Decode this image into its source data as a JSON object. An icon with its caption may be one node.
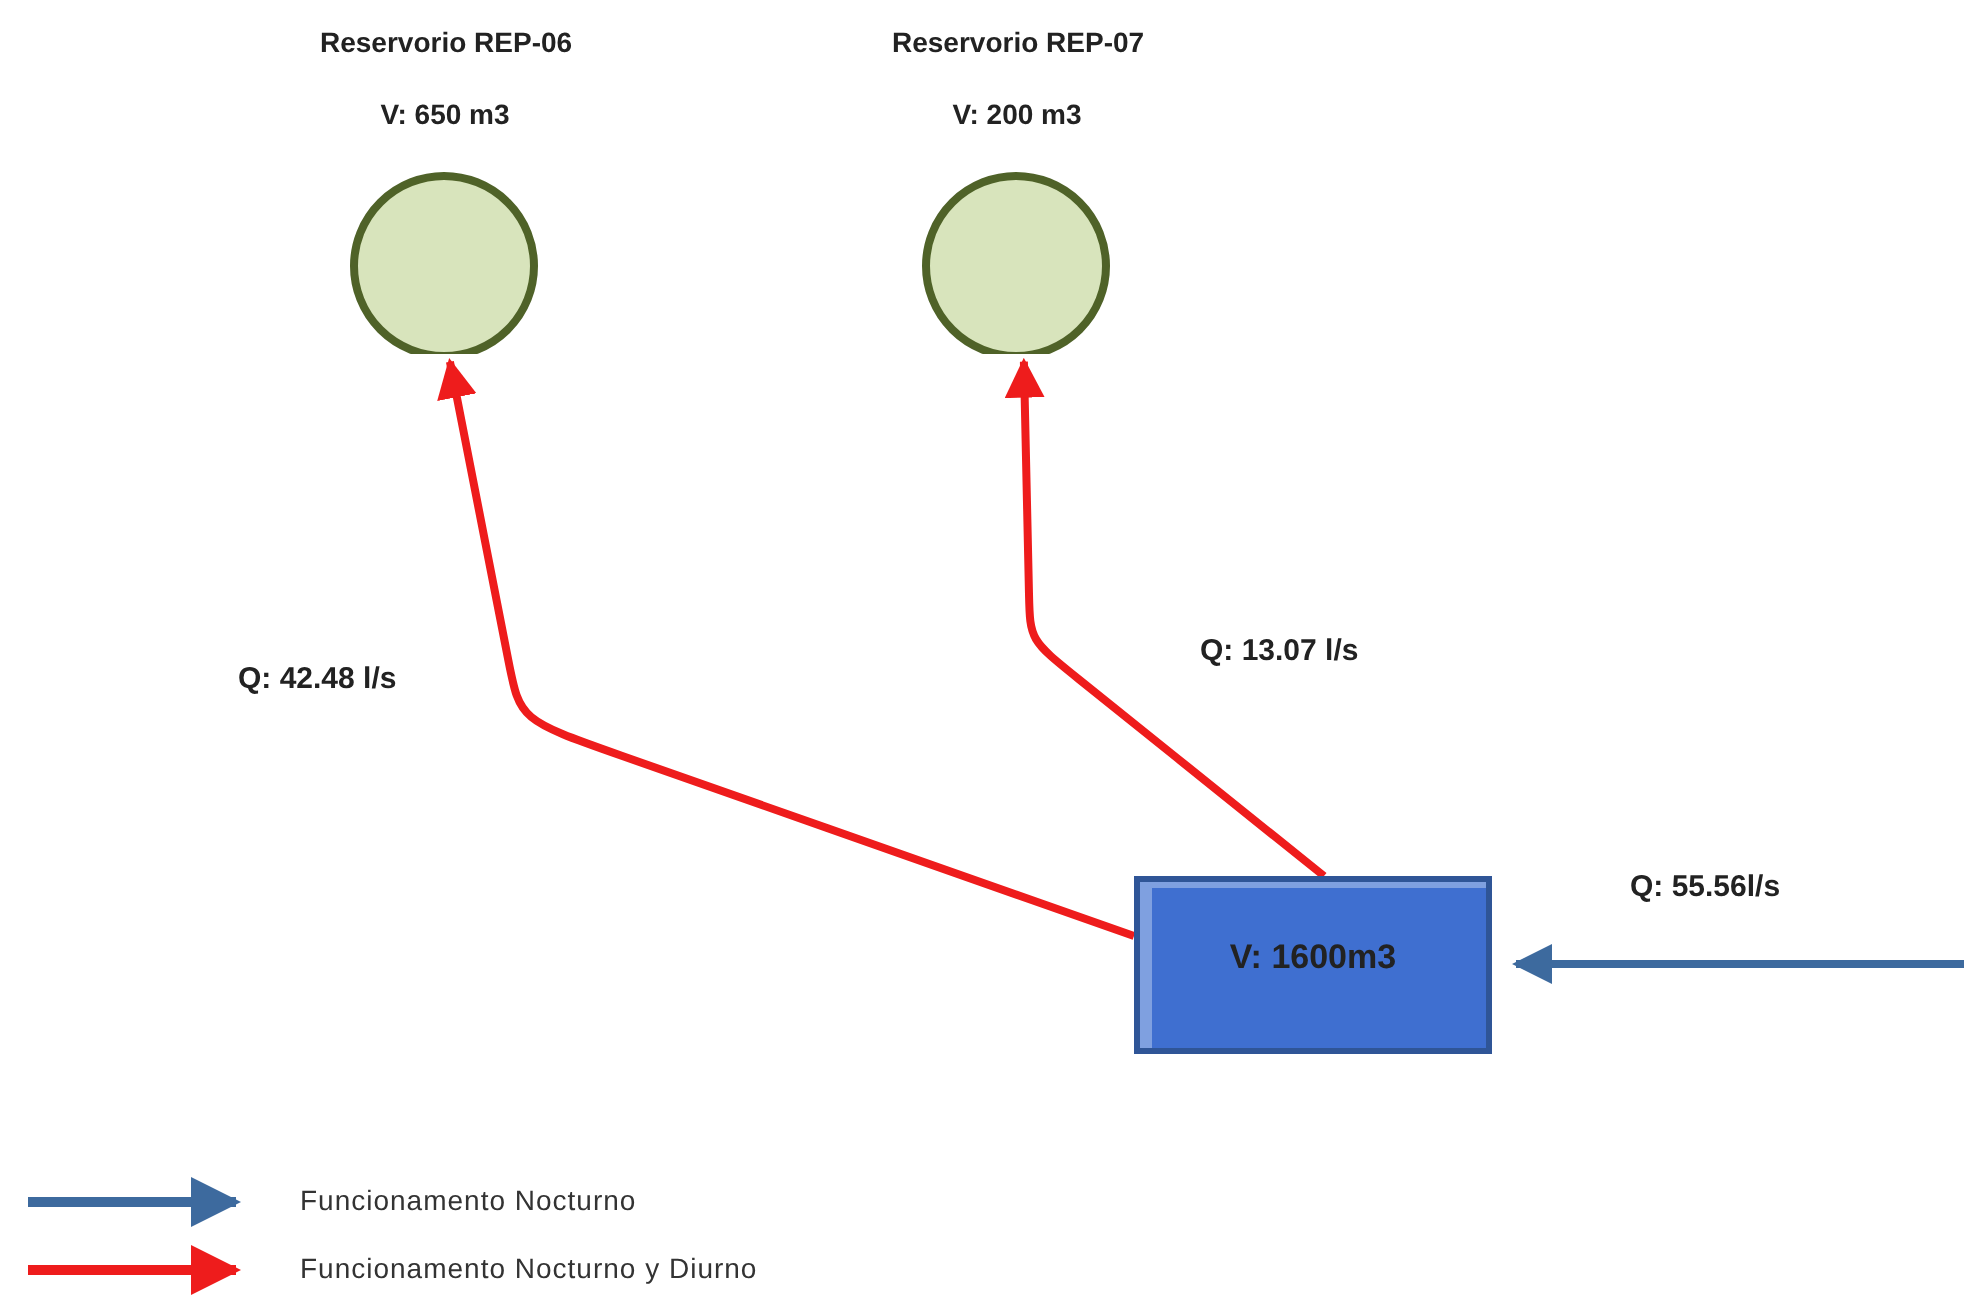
{
  "diagram": {
    "nodes": [
      {
        "text": [
          "Reservorio REP-06",
          "V: 650 m3"
        ]
      },
      {
        "text": [
          "Reservorio REP-07",
          "V: 200 m3"
        ]
      },
      {
        "text": [
          "V: 1600m3"
        ]
      }
    ],
    "edges": [
      {
        "from": 2,
        "to": 0,
        "arrow": "to",
        "label": "Q: 42.48 l/s"
      },
      {
        "from": 2,
        "to": 1,
        "arrow": "to",
        "label": "Q: 13.07 l/s"
      },
      {
        "from": null,
        "to": 2,
        "arrow": "to",
        "label": "Q: 55.56l/s",
        "color": "#3d6a9e"
      }
    ],
    "legend": [
      {
        "text": "Funcionamento Nocturno"
      },
      {
        "text": "Funcionamento Nocturno y Diurno"
      }
    ]
  }
}
